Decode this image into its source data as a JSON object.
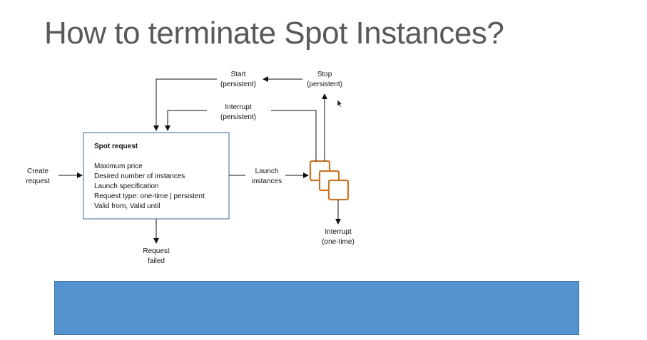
{
  "slide": {
    "title": "How to terminate Spot Instances?"
  },
  "diagram": {
    "spot_request": {
      "heading": "Spot request",
      "lines": [
        "Maximum price",
        "Desired number of instances",
        "Launch specification",
        "Request type: one-time | persistent",
        "Valid from, Valid until"
      ]
    },
    "create_request": [
      "Create",
      "request"
    ],
    "request_failed": [
      "Request",
      "failed"
    ],
    "launch_instances": [
      "Launch",
      "instances"
    ],
    "start_persistent": [
      "Start",
      "(persistent)"
    ],
    "stop_persistent": [
      "Stop",
      "(persistent)"
    ],
    "interrupt_persistent": [
      "Interrupt",
      "(persistent)"
    ],
    "interrupt_one_time": [
      "Interrupt",
      "(one-time)"
    ]
  },
  "colors": {
    "box_border": "#5b7fa8",
    "instance_orange": "#c8772a",
    "banner_blue": "#5592d0",
    "title_gray": "#595959"
  }
}
